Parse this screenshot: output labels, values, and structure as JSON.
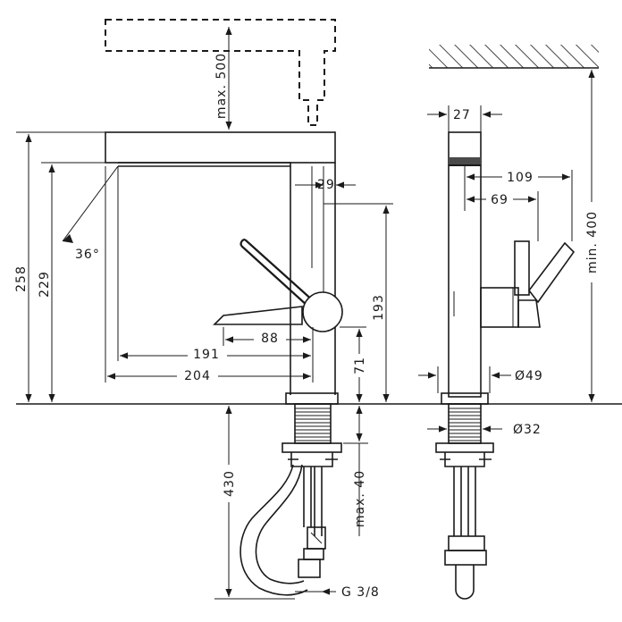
{
  "labels": {
    "max500": "max. 500",
    "h258": "258",
    "h229": "229",
    "angle36": "36°",
    "d29": "29",
    "h193": "193",
    "d191": "191",
    "d88": "88",
    "d204": "204",
    "h71": "71",
    "d430": "430",
    "max40": "max. 40",
    "g38": "G 3/8",
    "d27": "27",
    "d109": "109",
    "d69": "69",
    "min400": "min. 400",
    "phi49": "Ø49",
    "phi32": "Ø32"
  }
}
